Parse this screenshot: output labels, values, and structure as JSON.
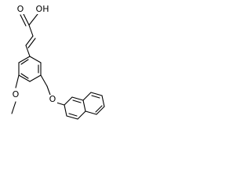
{
  "atoms": {
    "hydroxyl": "OH",
    "carbonyl_oxygen": "O",
    "methoxy_oxygen": "O",
    "ether_oxygen": "O"
  },
  "colors": {
    "bond": "#000000",
    "background": "#ffffff"
  }
}
